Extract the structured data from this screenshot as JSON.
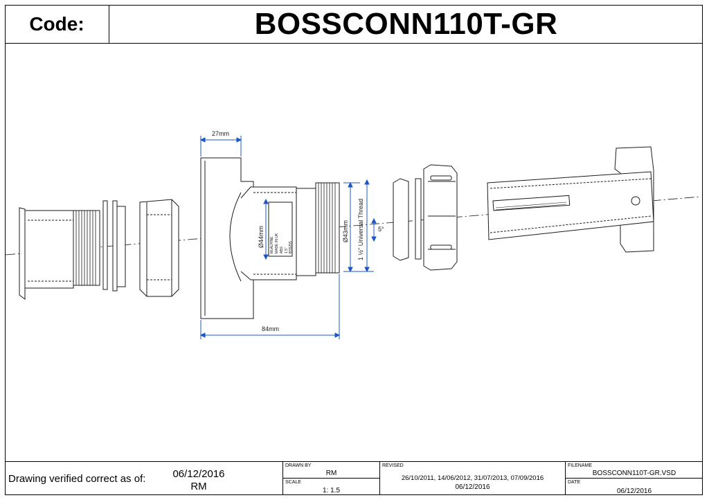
{
  "header": {
    "code_label": "Code:",
    "product_code": "BOSSCONN110T-GR"
  },
  "drawing": {
    "dim_top": "27mm",
    "dim_bottom": "84mm",
    "dim_inner_dia": "Ø44mm",
    "dim_outer_dia": "Ø43mm",
    "thread_label": "1 ½\" Universal Thread",
    "angle_label": "5°",
    "emboss_lines": [
      "McALPINE",
      "MADE IN UK",
      "ABS",
      "1.5\"",
      "BS5255"
    ]
  },
  "footer": {
    "verified_label": "Drawing verified  correct as of:",
    "verified_date": "06/12/2016",
    "verified_by": "RM",
    "drawn_by_label": "DRAWN BY",
    "drawn_by": "RM",
    "scale_label": "SCALE",
    "scale": "1: 1.5",
    "revised_label": "REVISED",
    "revised_dates": "26/10/2011, 14/06/2012, 31/07/2013, 07/09/2016",
    "revised_latest": "06/12/2016",
    "filename_label": "FILENAME",
    "filename": "BOSSCONN110T-GR.VSD",
    "date_label": "DATE",
    "date": "06/12/2016"
  }
}
